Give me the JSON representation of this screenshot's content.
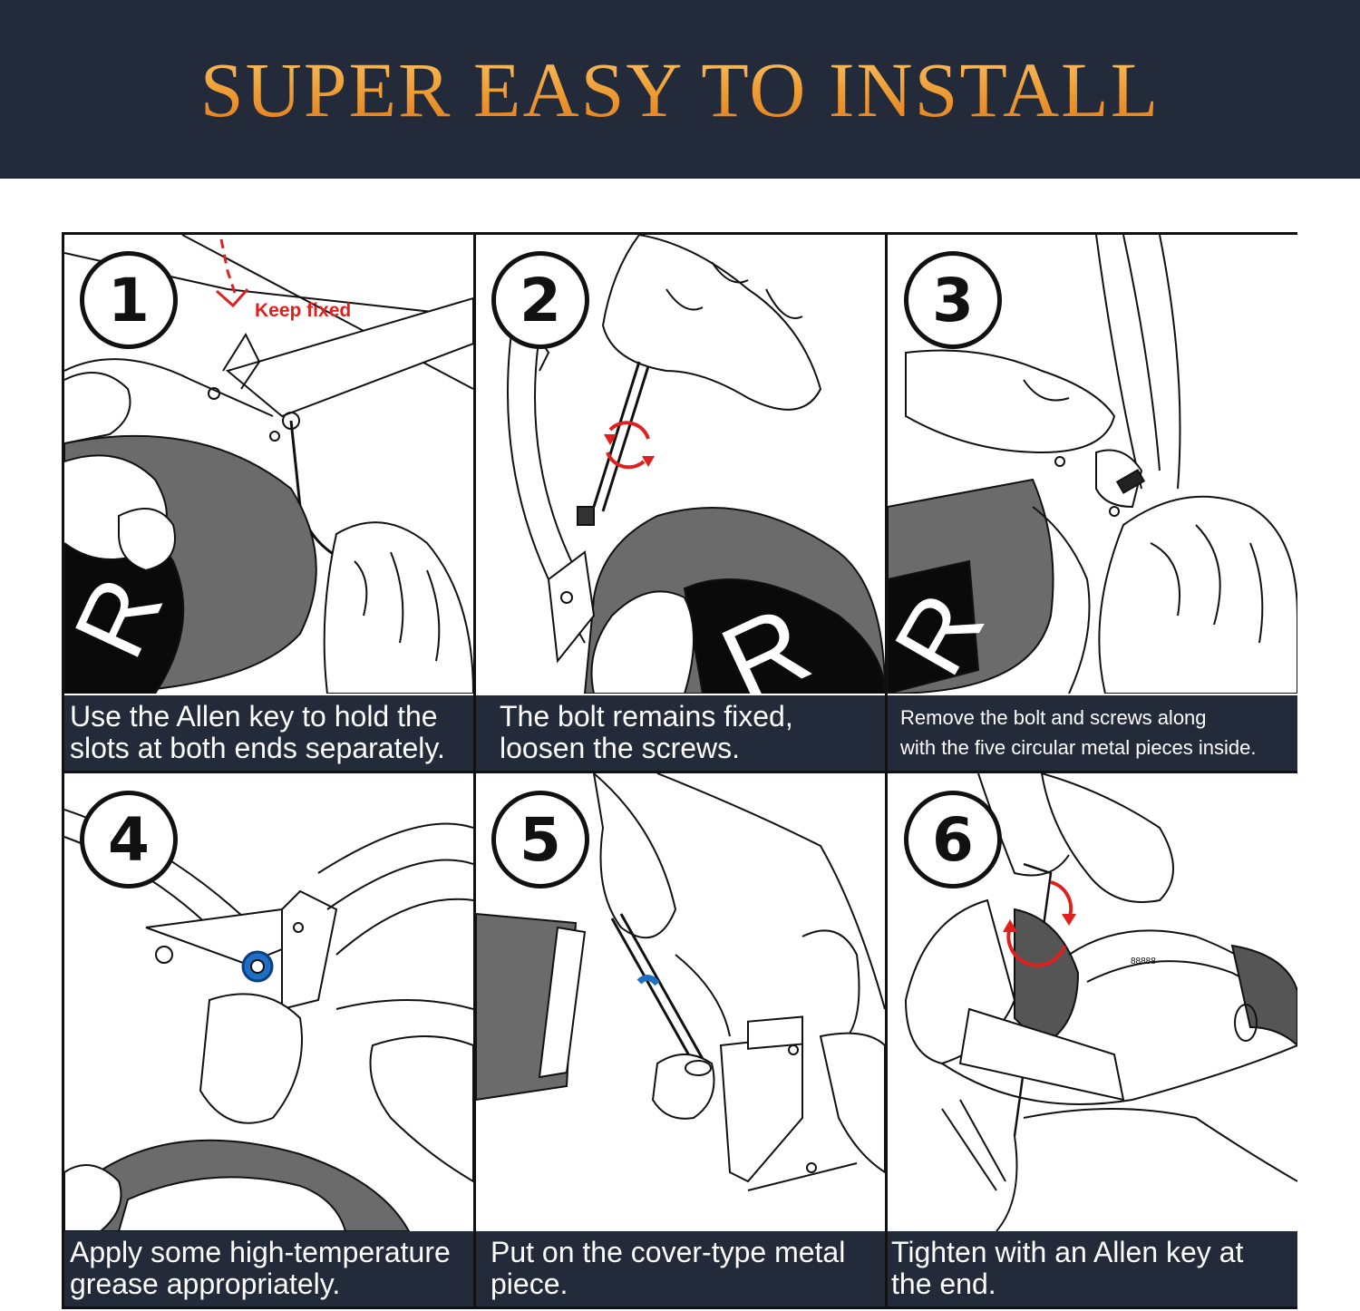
{
  "banner": {
    "title": "SUPER EASY TO INSTALL"
  },
  "colors": {
    "banner_bg": "#232a3a",
    "title_gold": "#f0a23a",
    "accent_red": "#e0201e",
    "accent_blue": "#1f6fc4",
    "cushion_gray": "#6b6b6b"
  },
  "steps": [
    {
      "number": "1",
      "caption": "Use the Allen key to hold the\nslots at both ends separately.",
      "annotation": "Keep fixed"
    },
    {
      "number": "2",
      "caption": "The bolt remains fixed,\nloosen the screws."
    },
    {
      "number": "3",
      "caption": "Remove the bolt and screws along\nwith the five circular metal pieces inside."
    },
    {
      "number": "4",
      "caption": "Apply some high-temperature\ngrease appropriately."
    },
    {
      "number": "5",
      "caption": "Put on the cover-type metal\npiece."
    },
    {
      "number": "6",
      "caption": "Tighten with an Allen key at\nthe end."
    }
  ],
  "icons": [
    "allen-key-icon",
    "rotation-arrows-icon",
    "earcup-icon",
    "hand-icon",
    "washer-icon"
  ]
}
